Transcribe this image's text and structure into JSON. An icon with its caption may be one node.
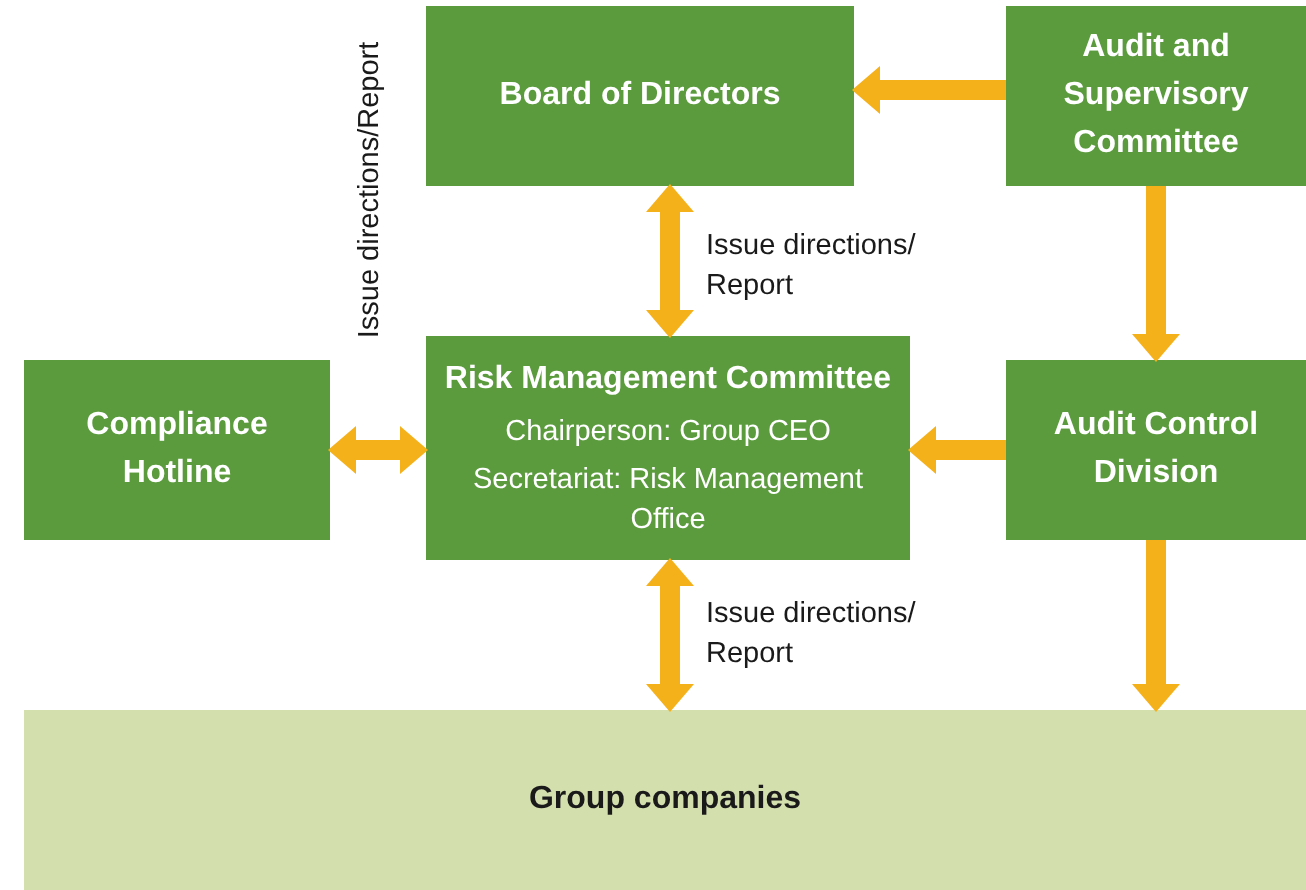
{
  "diagram": {
    "nodes": [
      {
        "text": [
          "Board of Directors"
        ]
      },
      {
        "text": [
          "Audit and Supervisory Committee"
        ]
      },
      {
        "text": [
          "Compliance Hotline"
        ]
      },
      {
        "text": [
          "Risk Management Committee",
          "Chairperson: Group CEO",
          "Secretariat: Risk Management Office"
        ]
      },
      {
        "text": [
          "Audit Control Division"
        ]
      },
      {
        "text": [
          "Group companies"
        ]
      }
    ],
    "edges": [
      {
        "from": 1,
        "to": 0,
        "arrow": "to"
      },
      {
        "from": 0,
        "to": 3,
        "arrow": "both",
        "label": "Issue directions/ Report"
      },
      {
        "from": 1,
        "to": 4,
        "arrow": "to"
      },
      {
        "from": 4,
        "to": 3,
        "arrow": "to"
      },
      {
        "from": 2,
        "to": 3,
        "arrow": "both",
        "label": "Issue directions/Report"
      },
      {
        "from": 3,
        "to": 5,
        "arrow": "both",
        "label": "Issue directions/ Report"
      },
      {
        "from": 4,
        "to": 5,
        "arrow": "to"
      }
    ]
  }
}
